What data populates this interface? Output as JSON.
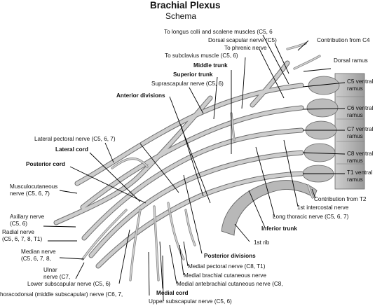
{
  "title": "Brachial Plexus",
  "subtitle": "Schema",
  "labels": {
    "longus_colli": "To longus colli and scalene muscles (C5, 6",
    "contribution_c4": "Contribution from C4",
    "dorsal_scapular": "Dorsal scapular nerve (C5)",
    "phrenic": "To phrenic nerve",
    "dorsal_ramus": "Dorsal ramus",
    "subclavius": "To subclavius muscle (C5, 6)",
    "middle_trunk": "Middle trunk",
    "c5_ventral": "C5 ventral\nramus",
    "superior_trunk": "Superior trunk",
    "suprascapular": "Suprascapular nerve (C5, 6)",
    "anterior_divisions": "Anterior divisions",
    "c6_ventral": "C6 ventral\nramus",
    "c7_ventral": "C7 ventral\nramus",
    "lateral_pectoral": "Lateral pectoral nerve (C5, 6, 7)",
    "lateral_cord": "Lateral cord",
    "c8_ventral": "C8 ventral\nramus",
    "posterior_cord": "Posterior cord",
    "t1_ventral": "T1 ventral\nramus",
    "musculocutaneous": "Musculocutaneous\nnerve (C5, 6, 7)",
    "contribution_t2": "Contribution from T2",
    "intercostal": "1st intercostal nerve",
    "axillary": "Axillary nerve\n(C5, 6)",
    "long_thoracic": "Long thoracic nerve (C5, 6, 7)",
    "radial": "Radial nerve\n(C5, 6, 7, 8, T1)",
    "inferior_trunk": "Inferior trunk",
    "first_rib": "1st rib",
    "median": "Median nerve\n(C5, 6, 7, 8,",
    "posterior_divisions": "Posterior divisions",
    "medial_pectoral": "Medial pectoral nerve (C8, T1)",
    "ulnar": "Ulnar\nnerve (C7,",
    "medial_brachial": "Medial brachial cutaneous nerve",
    "lower_subscapular": "Lower subscapular nerve (C5, 6)",
    "medial_antebrachial": "Medial antebrachial cutaneous nerve (C8,",
    "thoracodorsal": "horacodorsal (middle subscapular) nerve (C6, 7,",
    "medial_cord": "Medial cord",
    "upper_subscapular": "Upper subscapular nerve (C5, 6)"
  },
  "colors": {
    "nerve_fill": "#c9c9c9",
    "nerve_edge": "#6f6f6f",
    "bone_fill": "#b5b5b5",
    "leader": "#000000"
  }
}
